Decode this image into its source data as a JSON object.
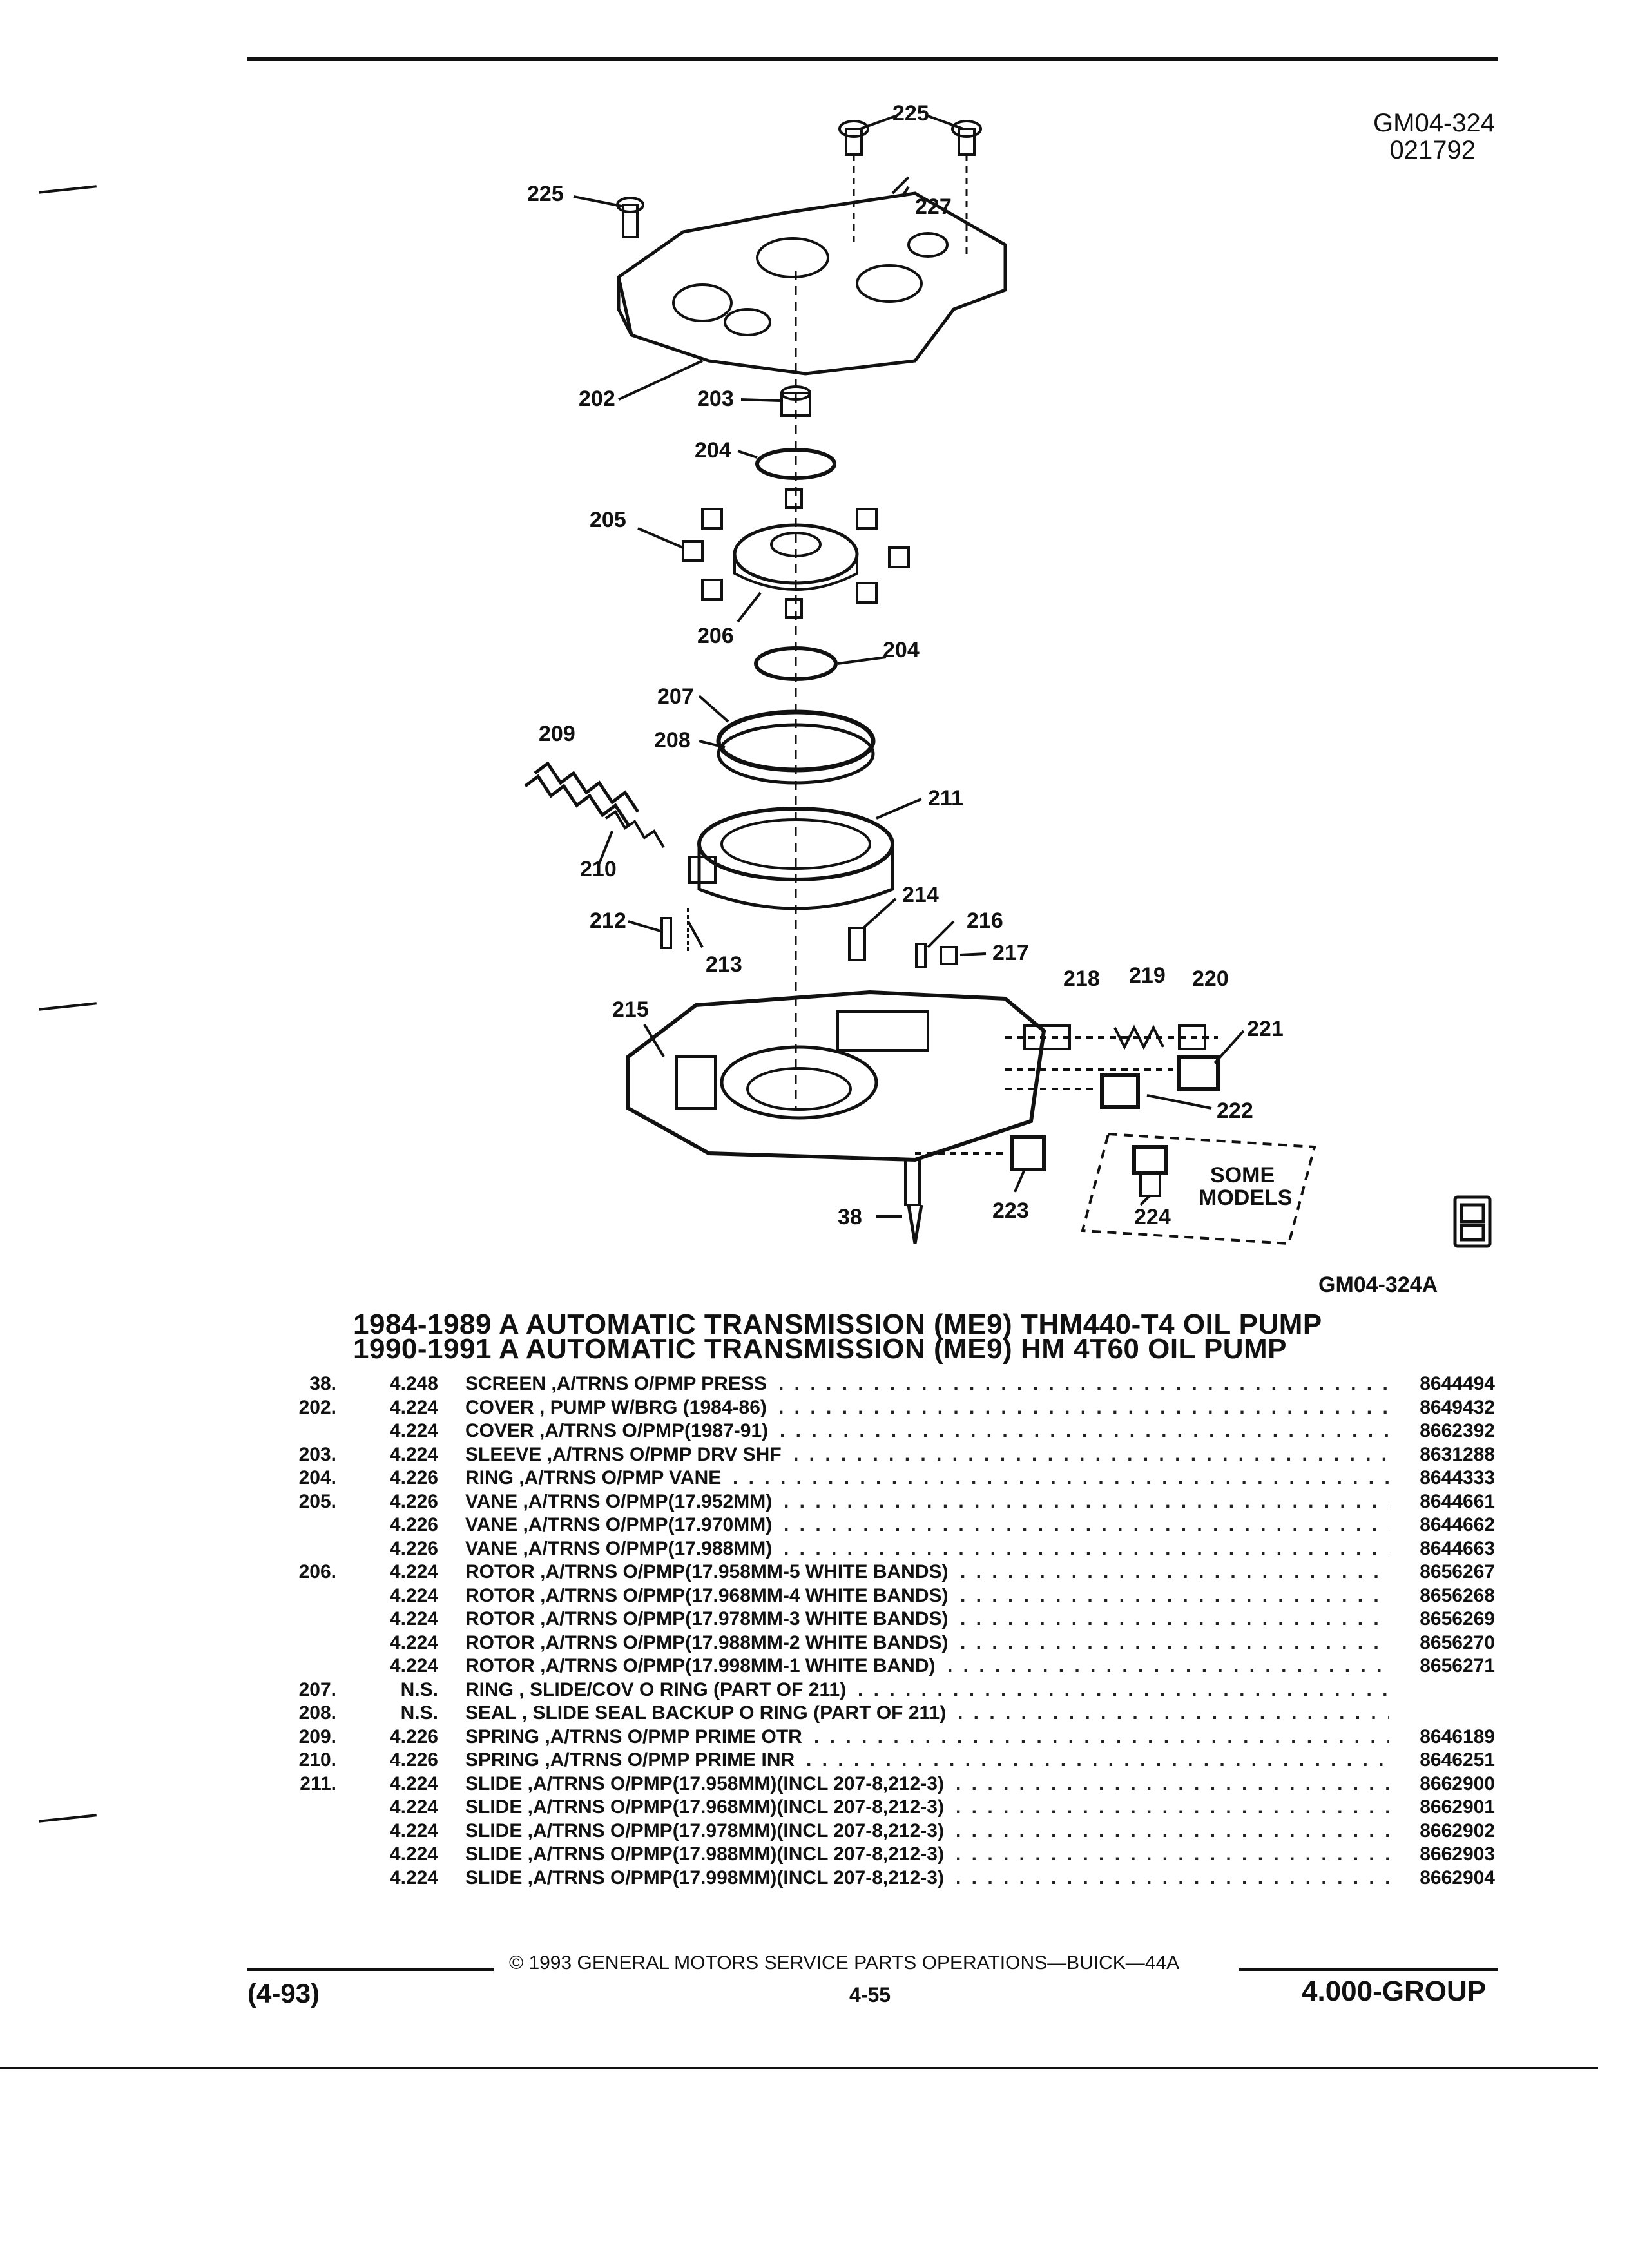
{
  "header": {
    "code": "GM04-324",
    "date": "021792"
  },
  "figure": {
    "callouts": [
      "225",
      "225",
      "227",
      "202",
      "203",
      "204",
      "205",
      "206",
      "204",
      "207",
      "208",
      "209",
      "210",
      "211",
      "212",
      "213",
      "214",
      "215",
      "216",
      "217",
      "218",
      "219",
      "220",
      "221",
      "222",
      "223",
      "224",
      "38"
    ],
    "some_models_line1": "SOME",
    "some_models_line2": "MODELS",
    "figure_code": "GM04-324A",
    "badge_icon": "gm-spo-logo-icon"
  },
  "title": {
    "line1": "1984-1989 A AUTOMATIC TRANSMISSION (ME9) THM440-T4 OIL PUMP",
    "line2": "1990-1991 A AUTOMATIC TRANSMISSION (ME9) HM 4T60 OIL PUMP"
  },
  "parts": [
    {
      "ref": "38.",
      "group": "4.248",
      "desc": "SCREEN ,A/TRNS O/PMP PRESS",
      "pn": "8644494"
    },
    {
      "ref": "202.",
      "group": "4.224",
      "desc": "COVER , PUMP W/BRG (1984-86)",
      "pn": "8649432"
    },
    {
      "ref": "",
      "group": "4.224",
      "desc": "COVER ,A/TRNS O/PMP(1987-91)",
      "pn": "8662392"
    },
    {
      "ref": "203.",
      "group": "4.224",
      "desc": "SLEEVE ,A/TRNS O/PMP DRV SHF",
      "pn": "8631288"
    },
    {
      "ref": "204.",
      "group": "4.226",
      "desc": "RING ,A/TRNS O/PMP VANE",
      "pn": "8644333"
    },
    {
      "ref": "205.",
      "group": "4.226",
      "desc": "VANE ,A/TRNS O/PMP(17.952MM)",
      "pn": "8644661"
    },
    {
      "ref": "",
      "group": "4.226",
      "desc": "VANE ,A/TRNS O/PMP(17.970MM)",
      "pn": "8644662"
    },
    {
      "ref": "",
      "group": "4.226",
      "desc": "VANE ,A/TRNS O/PMP(17.988MM)",
      "pn": "8644663"
    },
    {
      "ref": "206.",
      "group": "4.224",
      "desc": "ROTOR ,A/TRNS O/PMP(17.958MM-5 WHITE BANDS)",
      "pn": "8656267"
    },
    {
      "ref": "",
      "group": "4.224",
      "desc": "ROTOR ,A/TRNS O/PMP(17.968MM-4 WHITE BANDS)",
      "pn": "8656268"
    },
    {
      "ref": "",
      "group": "4.224",
      "desc": "ROTOR ,A/TRNS O/PMP(17.978MM-3 WHITE BANDS)",
      "pn": "8656269"
    },
    {
      "ref": "",
      "group": "4.224",
      "desc": "ROTOR ,A/TRNS O/PMP(17.988MM-2 WHITE BANDS)",
      "pn": "8656270"
    },
    {
      "ref": "",
      "group": "4.224",
      "desc": "ROTOR ,A/TRNS O/PMP(17.998MM-1 WHITE BAND)",
      "pn": "8656271"
    },
    {
      "ref": "207.",
      "group": "N.S.",
      "desc": "RING , SLIDE/COV O RING (PART OF 211)",
      "pn": ""
    },
    {
      "ref": "208.",
      "group": "N.S.",
      "desc": "SEAL , SLIDE SEAL BACKUP O RING (PART OF 211)",
      "pn": ""
    },
    {
      "ref": "209.",
      "group": "4.226",
      "desc": "SPRING ,A/TRNS O/PMP PRIME OTR",
      "pn": "8646189"
    },
    {
      "ref": "210.",
      "group": "4.226",
      "desc": "SPRING ,A/TRNS O/PMP PRIME INR",
      "pn": "8646251"
    },
    {
      "ref": "211.",
      "group": "4.224",
      "desc": "SLIDE ,A/TRNS O/PMP(17.958MM)(INCL 207-8,212-3)",
      "pn": "8662900"
    },
    {
      "ref": "",
      "group": "4.224",
      "desc": "SLIDE ,A/TRNS O/PMP(17.968MM)(INCL 207-8,212-3)",
      "pn": "8662901"
    },
    {
      "ref": "",
      "group": "4.224",
      "desc": "SLIDE ,A/TRNS O/PMP(17.978MM)(INCL 207-8,212-3)",
      "pn": "8662902"
    },
    {
      "ref": "",
      "group": "4.224",
      "desc": "SLIDE ,A/TRNS O/PMP(17.988MM)(INCL 207-8,212-3)",
      "pn": "8662903"
    },
    {
      "ref": "",
      "group": "4.224",
      "desc": "SLIDE ,A/TRNS O/PMP(17.998MM)(INCL 207-8,212-3)",
      "pn": "8662904"
    }
  ],
  "footer": {
    "copyright": "© 1993 GENERAL MOTORS SERVICE PARTS OPERATIONS—BUICK—44A",
    "left": "(4-93)",
    "page": "4-55",
    "right": "4.000-GROUP"
  }
}
